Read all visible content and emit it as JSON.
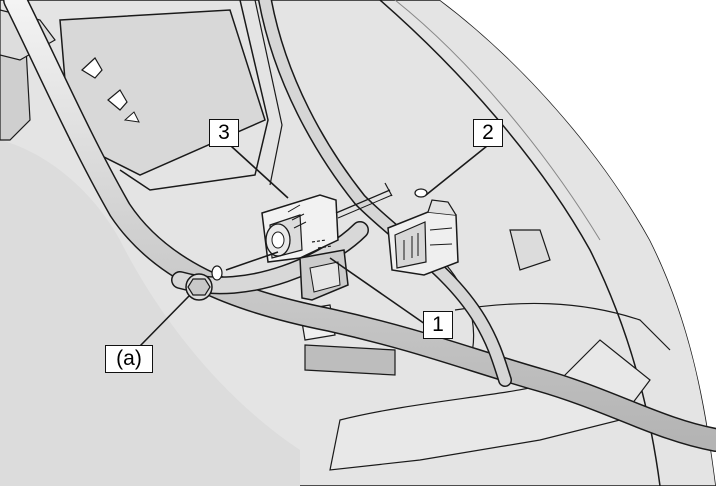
{
  "diagram": {
    "callouts": {
      "part_1": "1",
      "part_2": "2",
      "part_3": "3",
      "point_a": "(a)"
    },
    "colors": {
      "background": "#ffffff",
      "panel": "#e7e7e7",
      "panel_shade": "#d9d9d9",
      "harness": "#cfcfcf",
      "outline": "#1a1a1a"
    }
  }
}
